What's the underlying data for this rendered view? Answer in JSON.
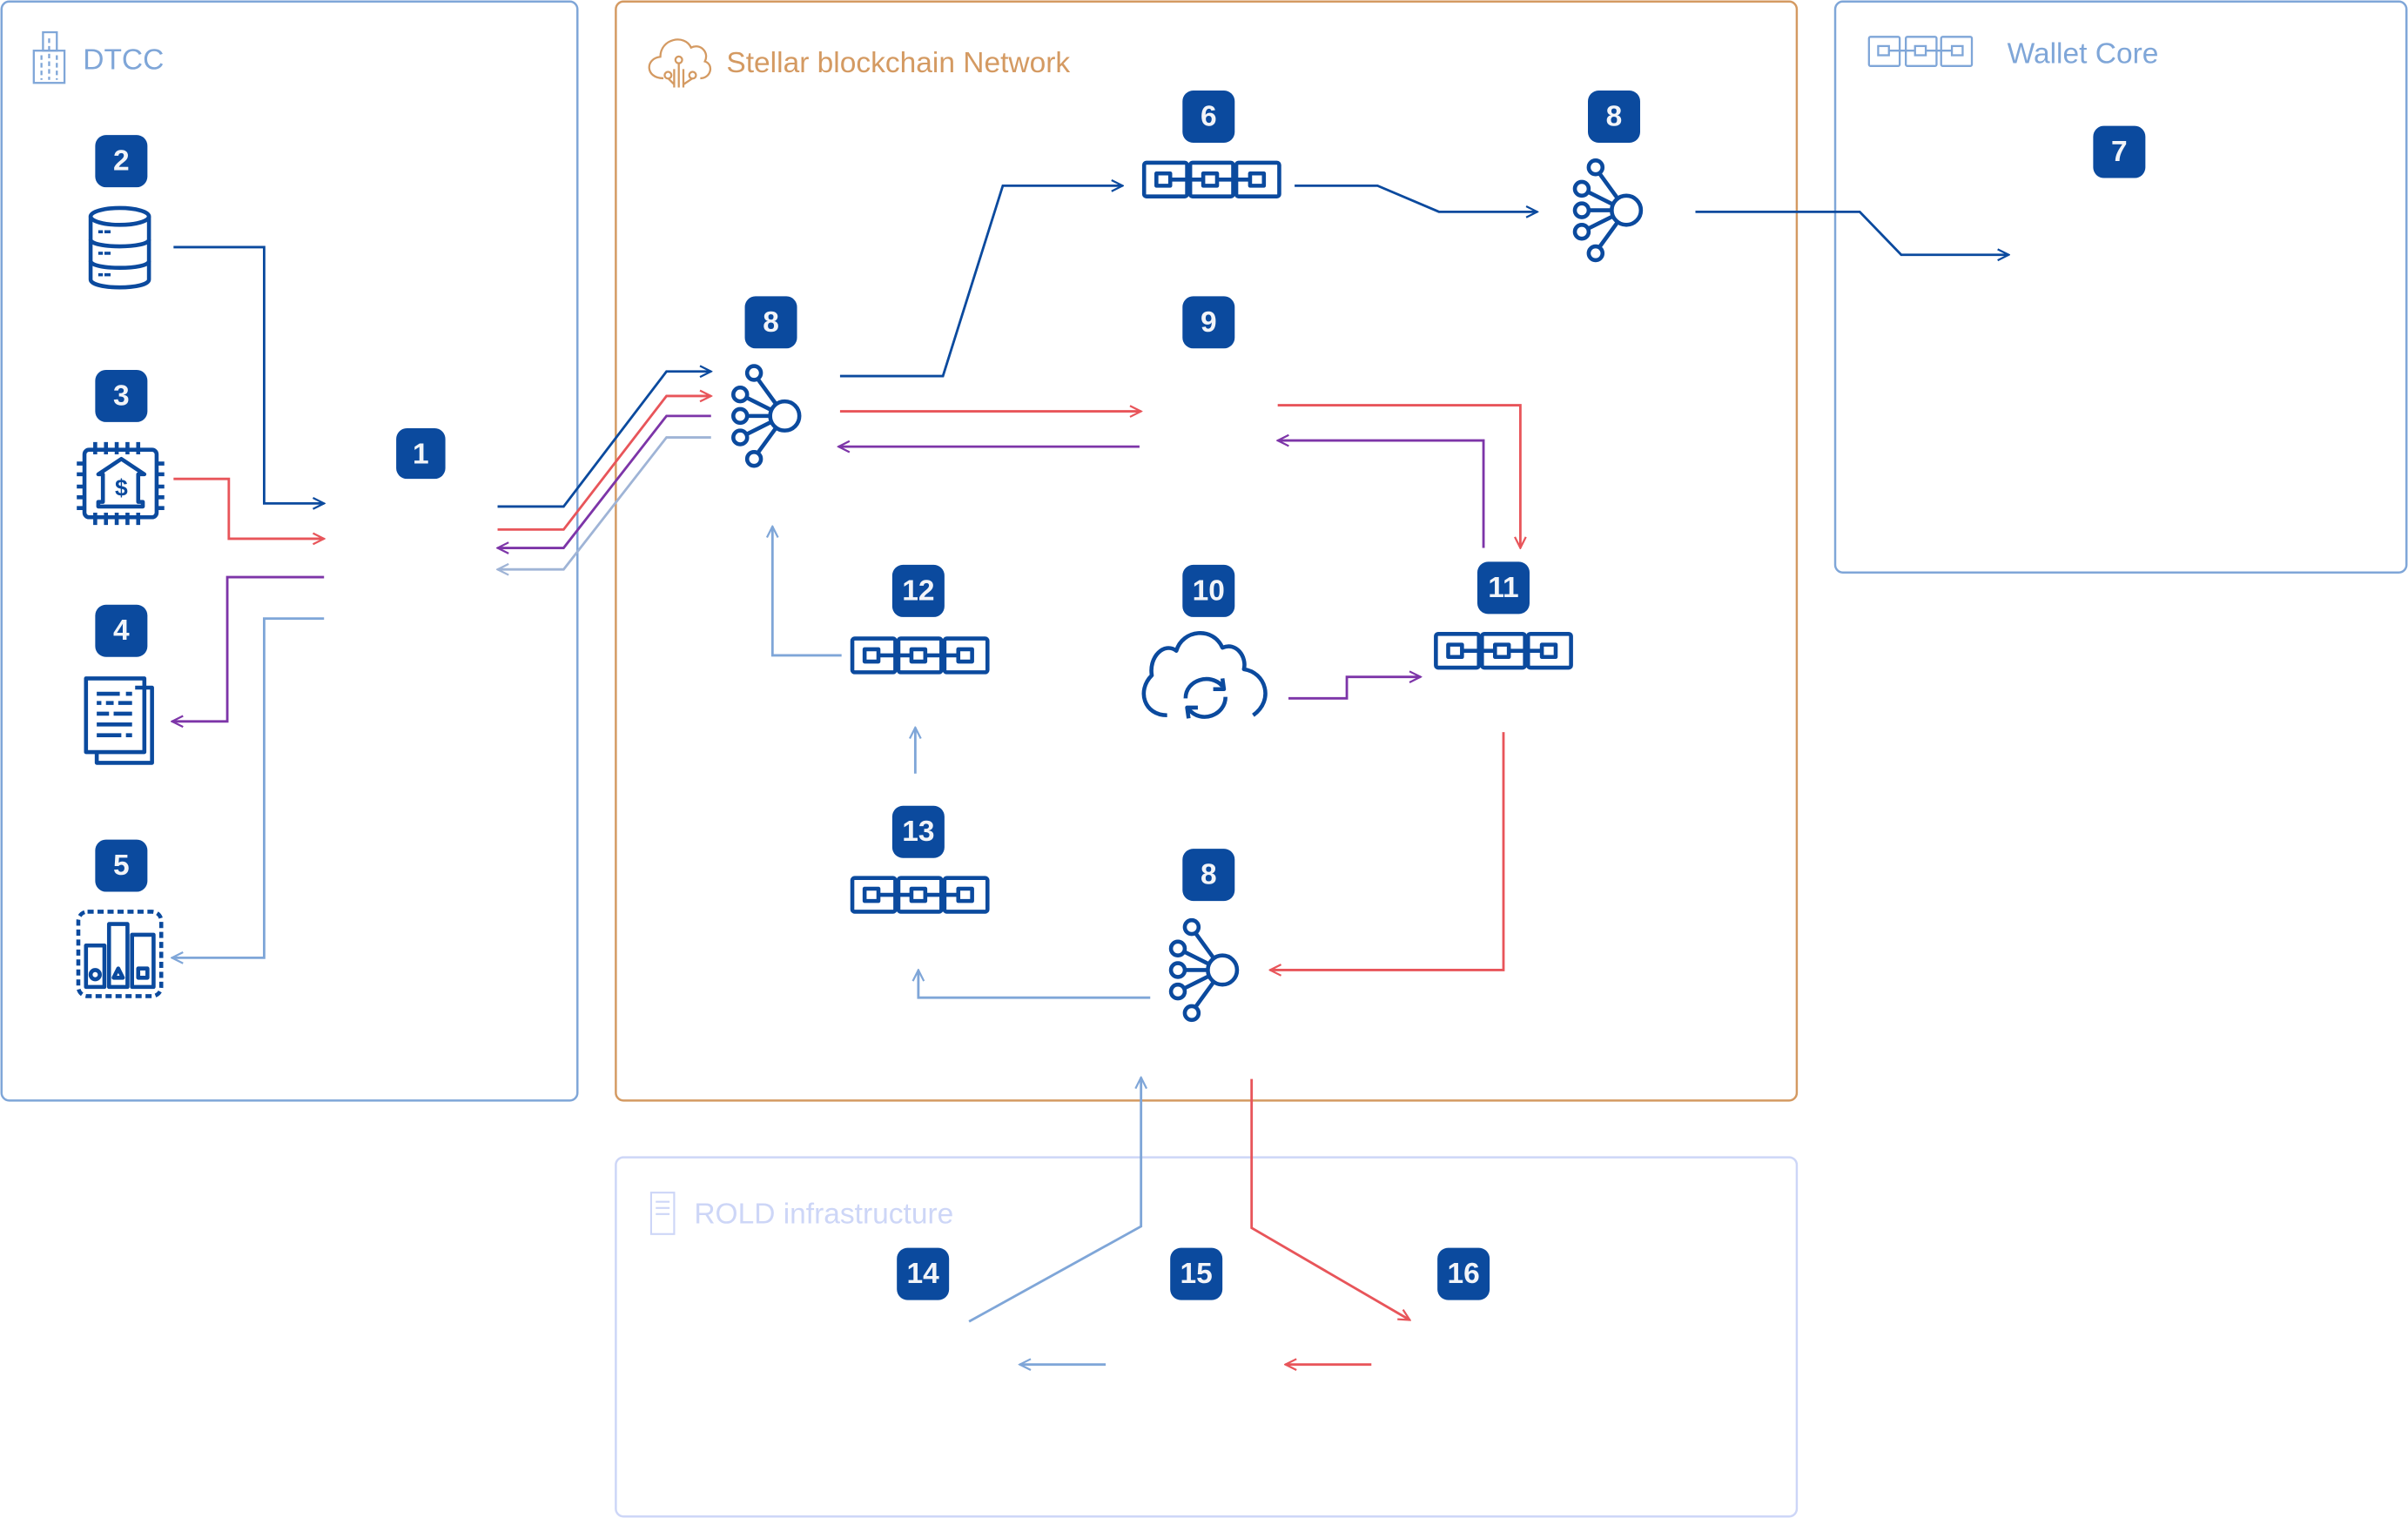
{
  "colors": {
    "badge": "#0b4a9e",
    "badge_text": "#f2f4f8",
    "icon": "#0b4a9e",
    "dtcc_border": "#7fa6d8",
    "stellar_border": "#d49a62",
    "wallet_border": "#7fa6d8",
    "rold_border": "#cdd6f7",
    "flow_navy": "#0b4a9e",
    "flow_red": "#e8555a",
    "flow_purple": "#7d35a8",
    "flow_lightblue": "#7fa6d8",
    "flow_grayblue": "#9fb4d6"
  },
  "panels": {
    "dtcc": {
      "title": "DTCC",
      "icon": "building-icon"
    },
    "stellar": {
      "title": "Stellar blockchain Network",
      "icon": "cloud-network-icon"
    },
    "wallet": {
      "title": "Wallet Core",
      "icon": "blockchain-icon"
    },
    "rold": {
      "title": "ROLD infrastructure",
      "icon": "document-icon"
    }
  },
  "nodes": [
    {
      "id": "1",
      "label": "1",
      "icon": null
    },
    {
      "id": "2",
      "label": "2",
      "icon": "database-icon"
    },
    {
      "id": "3",
      "label": "3",
      "icon": "bank-chip-icon"
    },
    {
      "id": "4",
      "label": "4",
      "icon": "documents-icon"
    },
    {
      "id": "5",
      "label": "5",
      "icon": "bar-chart-icon"
    },
    {
      "id": "6",
      "label": "6",
      "icon": "blockchain-icon"
    },
    {
      "id": "7",
      "label": "7",
      "icon": null
    },
    {
      "id": "8a",
      "label": "8",
      "icon": "hub-network-icon"
    },
    {
      "id": "8b",
      "label": "8",
      "icon": "hub-network-icon"
    },
    {
      "id": "8c",
      "label": "8",
      "icon": "hub-network-icon"
    },
    {
      "id": "9",
      "label": "9",
      "icon": null
    },
    {
      "id": "10",
      "label": "10",
      "icon": "cloud-sync-icon"
    },
    {
      "id": "11",
      "label": "11",
      "icon": "blockchain-icon"
    },
    {
      "id": "12",
      "label": "12",
      "icon": "blockchain-icon"
    },
    {
      "id": "13",
      "label": "13",
      "icon": "blockchain-icon"
    },
    {
      "id": "14",
      "label": "14",
      "icon": null
    },
    {
      "id": "15",
      "label": "15",
      "icon": null
    },
    {
      "id": "16",
      "label": "16",
      "icon": null
    }
  ],
  "flows": [
    {
      "from": "2",
      "to": "1",
      "color": "navy"
    },
    {
      "from": "3",
      "to": "1",
      "color": "red"
    },
    {
      "from": "1",
      "to": "4",
      "color": "purple"
    },
    {
      "from": "1",
      "to": "5",
      "color": "lightblue"
    },
    {
      "from": "1",
      "to": "8a",
      "color": "navy"
    },
    {
      "from": "1",
      "to": "8a",
      "color": "red"
    },
    {
      "from": "8a",
      "to": "1",
      "color": "purple"
    },
    {
      "from": "8a",
      "to": "1",
      "color": "grayblue"
    },
    {
      "from": "8a",
      "to": "6",
      "color": "navy"
    },
    {
      "from": "6",
      "to": "8b",
      "color": "navy"
    },
    {
      "from": "8b",
      "to": "7",
      "color": "navy"
    },
    {
      "from": "8a",
      "to": "9",
      "color": "red"
    },
    {
      "from": "9",
      "to": "8a",
      "color": "purple"
    },
    {
      "from": "9",
      "to": "11",
      "color": "red"
    },
    {
      "from": "11",
      "to": "9",
      "color": "purple"
    },
    {
      "from": "10",
      "to": "11",
      "color": "purple"
    },
    {
      "from": "11",
      "to": "8c",
      "color": "red"
    },
    {
      "from": "8c",
      "to": "13",
      "color": "lightblue"
    },
    {
      "from": "13",
      "to": "12",
      "color": "lightblue"
    },
    {
      "from": "12",
      "to": "8a",
      "color": "lightblue"
    },
    {
      "from": "14",
      "to": "8c",
      "color": "lightblue"
    },
    {
      "from": "8c",
      "to": "16",
      "color": "red"
    },
    {
      "from": "15",
      "to": "14",
      "color": "lightblue"
    },
    {
      "from": "16",
      "to": "15",
      "color": "red"
    }
  ]
}
